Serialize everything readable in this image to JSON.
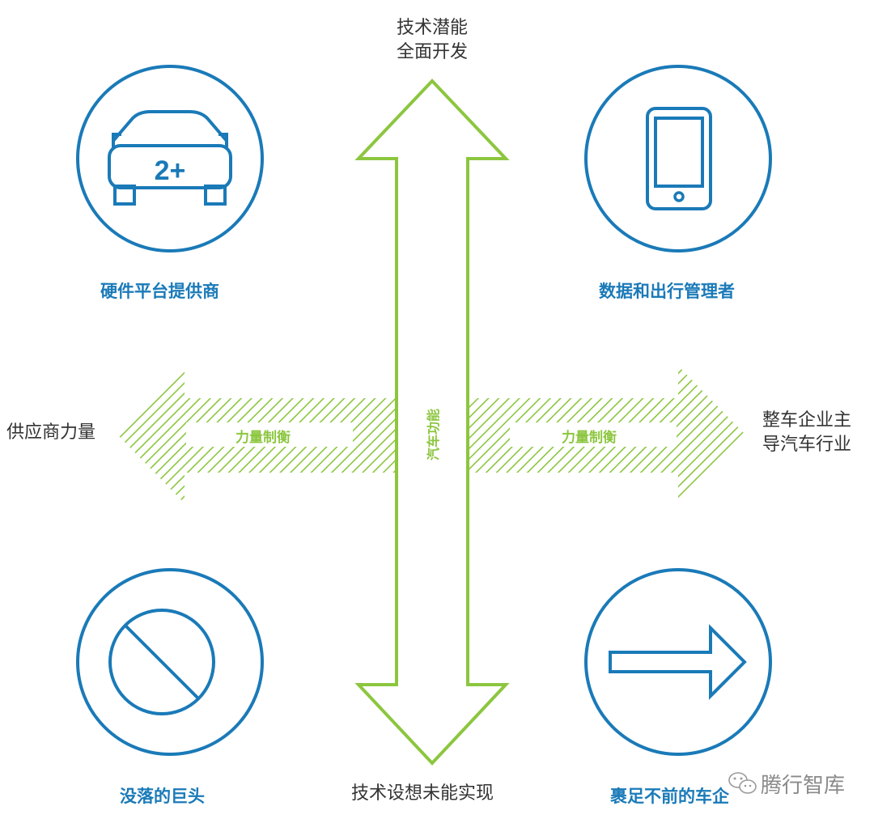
{
  "colors": {
    "blue": "#1a7ab8",
    "green": "#8cc63f",
    "text": "#333333"
  },
  "axis": {
    "top_line1": "技术潜能",
    "top_line2": "全面开发",
    "bottom": "技术设想未能实现",
    "left": "供应商力量",
    "right_line1": "整车企业主",
    "right_line2": "导汽车行业",
    "vertical_label": "汽车功能",
    "left_arrow_label": "力量制衡",
    "right_arrow_label": "力量制衡"
  },
  "quadrants": {
    "top_left": {
      "label": "硬件平台提供商",
      "icon": "car-icon",
      "badge": "2+"
    },
    "top_right": {
      "label": "数据和出行管理者",
      "icon": "smartphone-icon"
    },
    "bottom_left": {
      "label": "没落的巨头",
      "icon": "prohibited-icon"
    },
    "bottom_right": {
      "label": "裹足不前的车企",
      "icon": "right-arrow-icon"
    }
  },
  "watermark": {
    "text": "腾行智库",
    "icon": "wechat-icon"
  }
}
